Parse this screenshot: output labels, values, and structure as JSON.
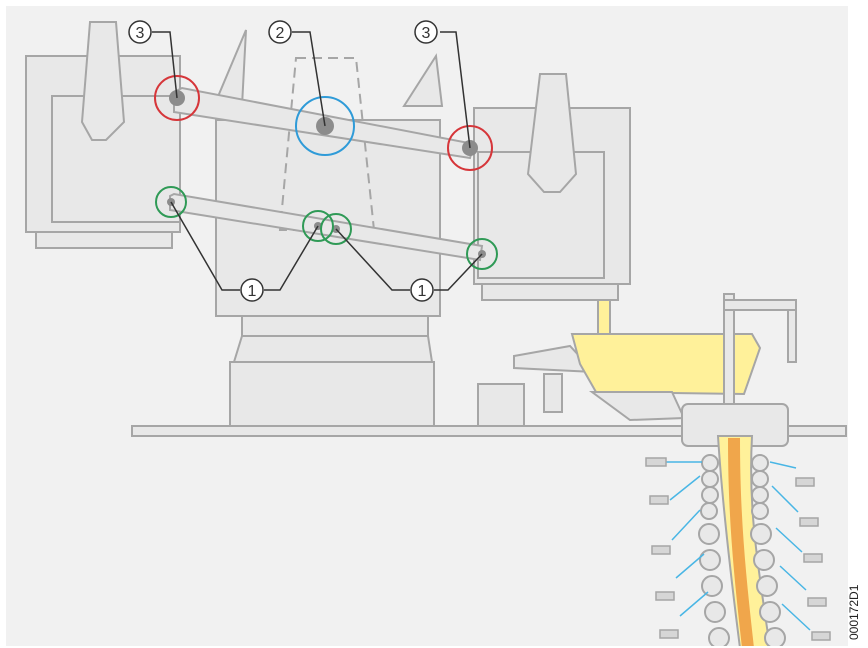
{
  "callouts": {
    "label_1": "1",
    "label_2": "2",
    "label_3": "3"
  },
  "figure_id": "000172D1",
  "colors": {
    "background": "#f1f1f1",
    "machine_fill": "#e8e8e8",
    "machine_stroke": "#a6a6a6",
    "bearing": "#8c8c8c",
    "highlight_red": "#d6363a",
    "highlight_blue": "#2f9bd8",
    "highlight_green": "#2f9a56",
    "molten_steel": "#fff19a",
    "strand_orange": "#f0a64b",
    "spray": "#49b6e5"
  },
  "icons": {
    "ladle_turret": "ladle-turret-icon",
    "tundish": "tundish-icon",
    "continuous_caster": "caster-strand-icon"
  }
}
